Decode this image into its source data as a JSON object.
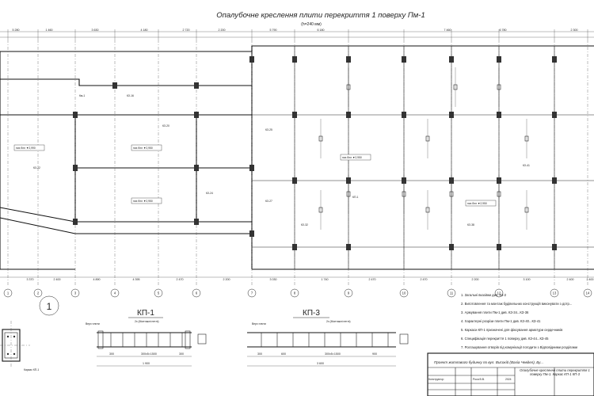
{
  "drawing": {
    "title": "Опалубочне креслення плити перекриття 1 поверху Пм-1",
    "subtitle": "(h=240 мм)"
  },
  "axes_bottom": [
    "1",
    "2",
    "3",
    "4",
    "5",
    "6",
    "7",
    "8",
    "9",
    "10",
    "11",
    "12",
    "13",
    "14"
  ],
  "dimensions_top": [
    "5 280",
    "1 460",
    "3 630",
    "4 180",
    "2 720",
    "2 200",
    "5 790",
    "6 180",
    "7 460",
    "6 780",
    "2 300"
  ],
  "dimensions_bottom": [
    "3 370",
    "2 400",
    "4 890",
    "4 395",
    "2 470",
    "2 200",
    "3 030",
    "1 740",
    "2 470",
    "2 470",
    "2 200",
    "3 100",
    "2 400",
    "2 400"
  ],
  "levels": [
    "низ бпл ▼2,990",
    "низ бпл ▼2,950",
    "низ бпл ▼2,950",
    "низ бпл ▼2,950",
    "низ бпл ▼2,950"
  ],
  "plan_labels": [
    "Км-1",
    "КЗ-16",
    "КЗ-20",
    "КЗ-22",
    "КЗ-24",
    "КЗ-25",
    "КЗ-27",
    "КЗ-32",
    "КЗ-35",
    "КЗ-38",
    "КЗ-41",
    "КП-1"
  ],
  "sections": {
    "detail_marker": "1",
    "kp1": {
      "title": "КП-1",
      "top_label": "Верх плити",
      "note1": "2х (Монтажні петлі)",
      "dims": [
        "300",
        "300x5=1500",
        "300",
        "1 900"
      ]
    },
    "kp3": {
      "title": "КП-3",
      "top_label": "Верх плити",
      "note1": "2х (Монтажні петлі)",
      "dims": [
        "300",
        "600",
        "300x5=1500",
        "900",
        "3 600"
      ]
    },
    "note_left": "Каркас КП-1"
  },
  "notes": [
    "1. Загальні вказівки див. КЗ-2",
    "2. Виготовлення та монтаж будівельних конструкцій виконувати з дотр...",
    "3. Армування плити Пм-1 див. КЗ-34...КЗ-36",
    "4. Характерні розрізи плити Пм-1 див. КЗ-40...КЗ-41",
    "5. Каркаси КП-1 призначені для фіксування арматури сердечників",
    "6. Специфікація перекриття 1 поверху див. КЗ-44...КЗ-45",
    "7. Розташування отворів під комунікації погодити з Відповідними розділами"
  ],
  "stamp": {
    "project": "Проект житлового будинку по вул. Високій (Вахіа Чевдел), Бу...",
    "role": "Конструктор",
    "name": "Роса В.В.",
    "year": "2024",
    "sheet_title": "Опалубочне креслення плити перекриття 1 поверху Пм-1. Каркас КП-1 КП-3"
  }
}
